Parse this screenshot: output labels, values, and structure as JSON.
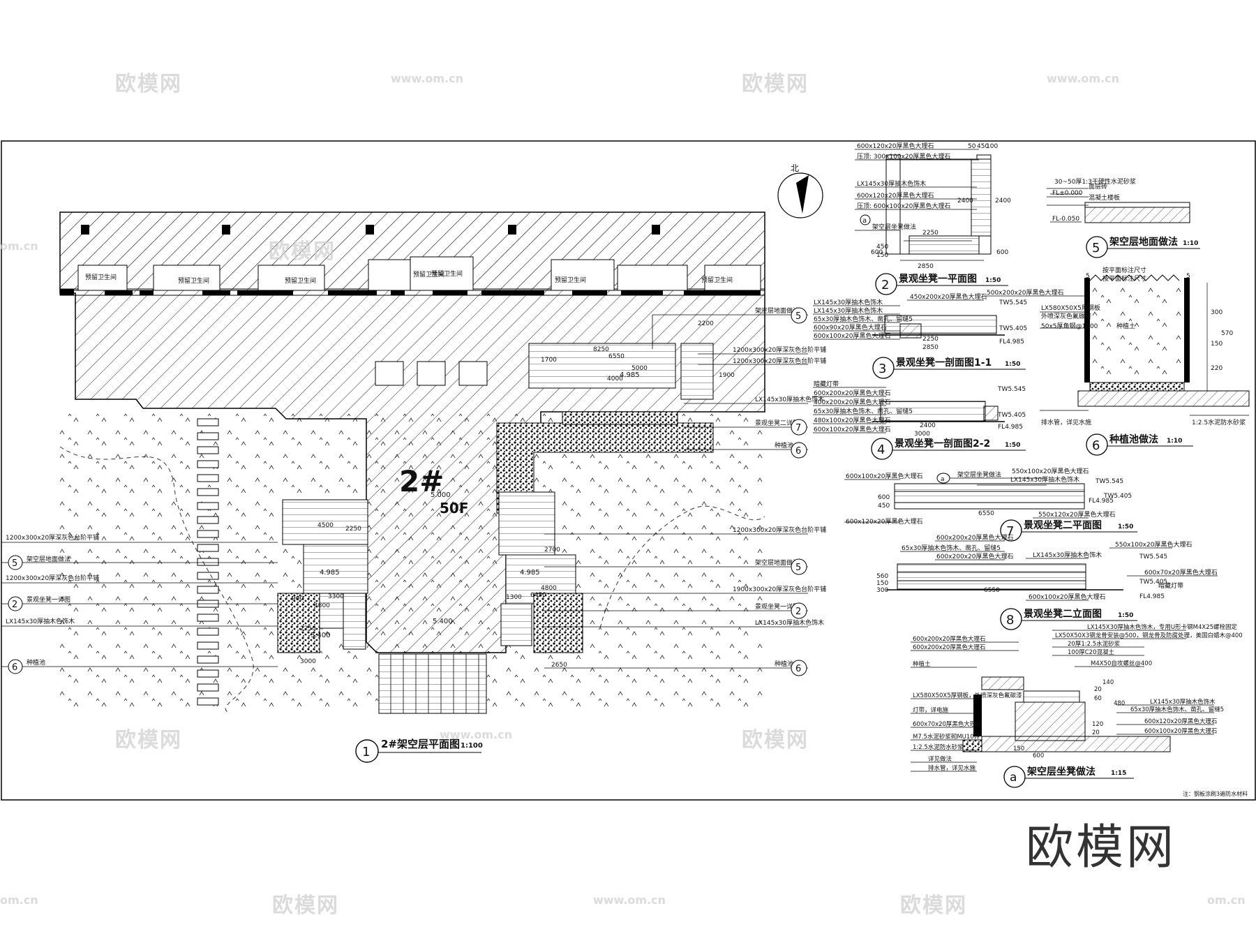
{
  "watermark": {
    "logo": "欧模网",
    "url": "www.om.cn",
    "url_short": "om.cn"
  },
  "brand_text": "欧模网",
  "main_plan": {
    "title": "2#架空层平面图",
    "scale": "1:100",
    "number": "1",
    "building_label": "2#",
    "floors_label": "50F",
    "north_label": "北",
    "elevations": [
      "5.000",
      "4.985",
      "4.985",
      "4.985",
      "5.400",
      "5.400"
    ],
    "dims": [
      "2200",
      "1700",
      "6550",
      "8250",
      "4000",
      "5000",
      "4500",
      "2250",
      "3300",
      "4800",
      "6450",
      "900",
      "2250",
      "4800",
      "3000",
      "2650",
      "1300",
      "1900",
      "2700"
    ],
    "toilet_label": "预留卫生间",
    "left_callouts": [
      "1200x300x20厚深灰色台阶平铺",
      "架空层地面做法",
      "1200x300x20厚深灰色台阶平铺",
      "景观坐凳一详图",
      "LX145x30厚抽木色饰木",
      "种植池"
    ],
    "left_bubbles": [
      "5",
      "2",
      "6"
    ],
    "right_callouts": [
      "架空层地面做法",
      "1200x300x20厚深灰色台阶平铺",
      "1200x300x20厚深灰色台阶平铺",
      "LX145x30厚抽木色饰木",
      "景观坐凳二详图",
      "种植池",
      "1200x300x20厚深灰色台阶平铺",
      "架空层地面做法",
      "1900x300x20厚深灰色台阶平铺",
      "景观坐凳一详图",
      "LX145x30厚抽木色饰木",
      "种植池"
    ],
    "right_bubbles": [
      "5",
      "7",
      "6",
      "5",
      "2",
      "6"
    ]
  },
  "details": [
    {
      "number": "2",
      "title": "景观坐凳一平面图",
      "scale": "1:50",
      "notes": [
        "600x120x20厚黑色大理石",
        "压顶: 300x100x20厚黑色大理石",
        "LX145x30厚抽木色饰木",
        "600x120x20厚黑色大理石",
        "压顶: 600x100x20厚黑色大理石",
        "架空层坐凳做法"
      ],
      "dims": [
        "50",
        "450",
        "100",
        "2400",
        "2400",
        "2250",
        "2850",
        "600",
        "600",
        "450",
        "150"
      ]
    },
    {
      "number": "3",
      "title": "景观坐凳一剖面图1-1",
      "scale": "1:50",
      "notes": [
        "LX145x30厚抽木色饰木",
        "LX145x30厚抽木色饰木",
        "65x30厚抽木色饰木、凿孔、留缝5",
        "600x90x20厚黑色大理石",
        "600x100x20厚黑色大理石",
        "450x200x20厚黑色大理石",
        "500x200x20厚黑色大理石"
      ],
      "levels": [
        "TW5.545",
        "TW5.405",
        "FL4.985"
      ],
      "dims": [
        "2250",
        "2850"
      ]
    },
    {
      "number": "4",
      "title": "景观坐凳一剖面图2-2",
      "scale": "1:50",
      "notes": [
        "暗藏灯带",
        "600x200x20厚黑色大理石",
        "400x200x20厚黑色大理石",
        "65x30厚抽木色饰木、凿孔、留缝5",
        "480x100x20厚黑色大理石",
        "600x100x20厚黑色大理石"
      ],
      "levels": [
        "TW5.545",
        "TW5.405",
        "FL4.985"
      ],
      "dims": [
        "2400",
        "3000"
      ]
    },
    {
      "number": "5",
      "title": "架空层地面做法",
      "scale": "1:10",
      "notes": [
        "面层砖",
        "30~50厚1:3干硬性水泥砂浆",
        "混凝土楼板"
      ],
      "levels": [
        "FL±0.000",
        "FL-0.050"
      ]
    },
    {
      "number": "6",
      "title": "种植池做法",
      "scale": "1:10",
      "notes": [
        "按平面标注尺寸",
        "按平面标注尺寸",
        "LX580X50X5厚钢板",
        "外喷深灰色氟碳漆",
        "50x5厚角钢@1000",
        "种植土",
        "排水管，详见水施",
        "1:2.5水泥防水砂浆"
      ],
      "dims": [
        "300",
        "570",
        "150",
        "220",
        "5",
        "5"
      ]
    },
    {
      "number": "7",
      "title": "景观坐凳二平面图",
      "scale": "1:50",
      "notes": [
        "600x100x20厚黑色大理石",
        "架空层坐凳做法",
        "550x100x20厚黑色大理石",
        "LX145x30厚抽木色饰木",
        "600x120x20厚黑色大理石",
        "550x120x20厚黑色大理石"
      ],
      "levels": [
        "TW5.545",
        "TW5.405",
        "FL4.985"
      ],
      "dims": [
        "600",
        "450",
        "6550"
      ]
    },
    {
      "number": "8",
      "title": "景观坐凳二立面图",
      "scale": "1:50",
      "notes": [
        "600x200x20厚黑色大理石",
        "65x30厚抽木色饰木、凿孔、留缝5",
        "600x200x20厚黑色大理石",
        "LX145x30厚抽木色饰木",
        "550x100x20厚黑色大理石",
        "600x70x20厚黑色大理石",
        "暗藏灯带",
        "600x100x20厚黑色大理石"
      ],
      "levels": [
        "TW5.545",
        "TW5.405",
        "FL4.985"
      ],
      "dims": [
        "560",
        "150",
        "300",
        "6550"
      ]
    },
    {
      "number": "a",
      "title": "架空层坐凳做法",
      "scale": "1:15",
      "notes": [
        "LX145X30厚抽木色饰木，专用U形卡钢M4X25螺栓固定",
        "LX50X50X3钢龙骨安装@500，钢龙骨及防腐处理，美国白蜡木@400",
        "20厚1:2.5水泥砂浆",
        "100厚C20混凝土",
        "M4X50自攻螺丝@400",
        "600x200x20厚黑色大理石",
        "600x200x20厚黑色大理石",
        "种植土",
        "LX580X50X5厚钢板，外喷深灰色氟碳漆",
        "灯带，详电施",
        "600x70x20厚黑色大理石",
        "M7.5水泥砂浆砌MU10砖",
        "1:2.5水泥防水砂浆",
        "详见做法",
        "排水管，详见水施",
        "LX145x30厚抽木色饰木",
        "65x30厚抽木色饰木、凿孔、留缝5",
        "600x120x20厚黑色大理石",
        "600x100x20厚黑色大理石"
      ],
      "dims": [
        "140",
        "20",
        "60",
        "480",
        "600",
        "150",
        "120",
        "20"
      ]
    }
  ],
  "footnote": "注：钢板涂刷3遍防水材料"
}
